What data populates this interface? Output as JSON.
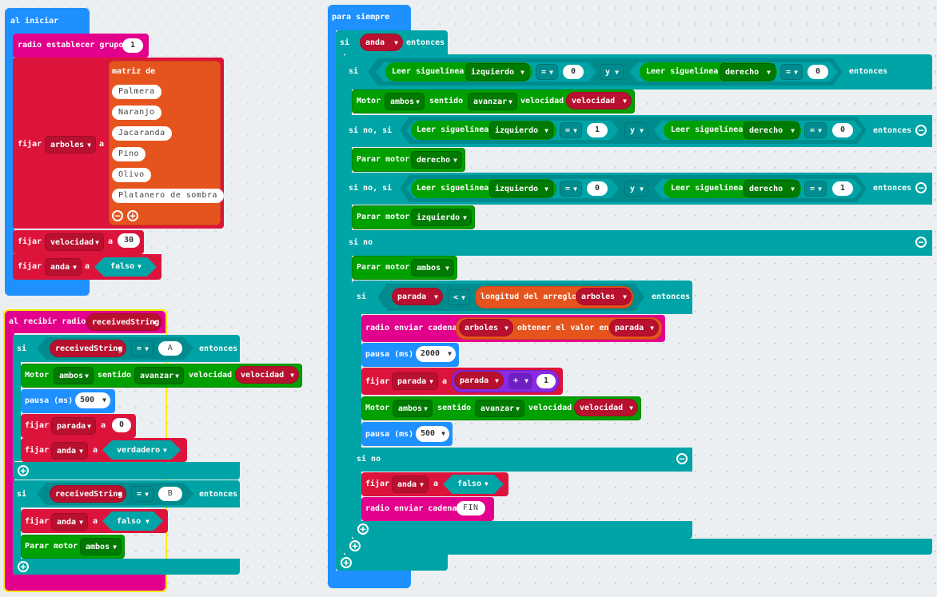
{
  "on_start": {
    "hat": "al iniciar",
    "radio_group_label": "radio establecer grupo",
    "radio_group_value": "1",
    "set_label": "fijar",
    "arboles_var": "arboles",
    "to_label": "a",
    "array_label": "matriz de",
    "trees": [
      "Palmera",
      "Naranjo",
      "Jacaranda",
      "Pino",
      "Olivo",
      "Platanero de sombra"
    ],
    "velocidad_var": "velocidad",
    "velocidad_value": "30",
    "anda_var": "anda",
    "false_value": "falso"
  },
  "on_radio": {
    "hat": "al recibir radio",
    "param": "receivedString",
    "if_label": "si",
    "then_label": "entonces",
    "eq_op": "=",
    "value_a": "A",
    "value_b": "B",
    "motor_label": "Motor",
    "ambos": "ambos",
    "sentido_label": "sentido",
    "avanzar": "avanzar",
    "velocidad_label": "velocidad",
    "velocidad_var": "velocidad",
    "pause_label": "pausa (ms)",
    "pause_value": "500",
    "set_label": "fijar",
    "parada_var": "parada",
    "to_label": "a",
    "zero": "0",
    "anda_var": "anda",
    "true_value": "verdadero",
    "false_value": "falso",
    "stop_motor_label": "Parar motor"
  },
  "forever": {
    "hat": "para siempre",
    "if_label": "si",
    "anda_var": "anda",
    "then_label": "entonces",
    "read_line_label": "Leer siguelínea",
    "izquierdo": "izquierdo",
    "derecho": "derecho",
    "eq_op": "=",
    "and_op": "y",
    "zero": "0",
    "one": "1",
    "motor_label": "Motor",
    "ambos": "ambos",
    "sentido_label": "sentido",
    "avanzar": "avanzar",
    "velocidad_label": "velocidad",
    "velocidad_var": "velocidad",
    "elseif_label": "si no, si",
    "else_label": "si no",
    "stop_motor_label": "Parar motor",
    "parada_var": "parada",
    "lt_op": "<",
    "length_label": "longitud del arreglo",
    "arboles_var": "arboles",
    "radio_send_label": "radio enviar cadena",
    "get_value_label": "obtener el valor en",
    "pause_label": "pausa (ms)",
    "pause_2000": "2000",
    "pause_500": "500",
    "set_label": "fijar",
    "to_label": "a",
    "plus_op": "+",
    "false_value": "falso",
    "fin_text": "FIN"
  }
}
